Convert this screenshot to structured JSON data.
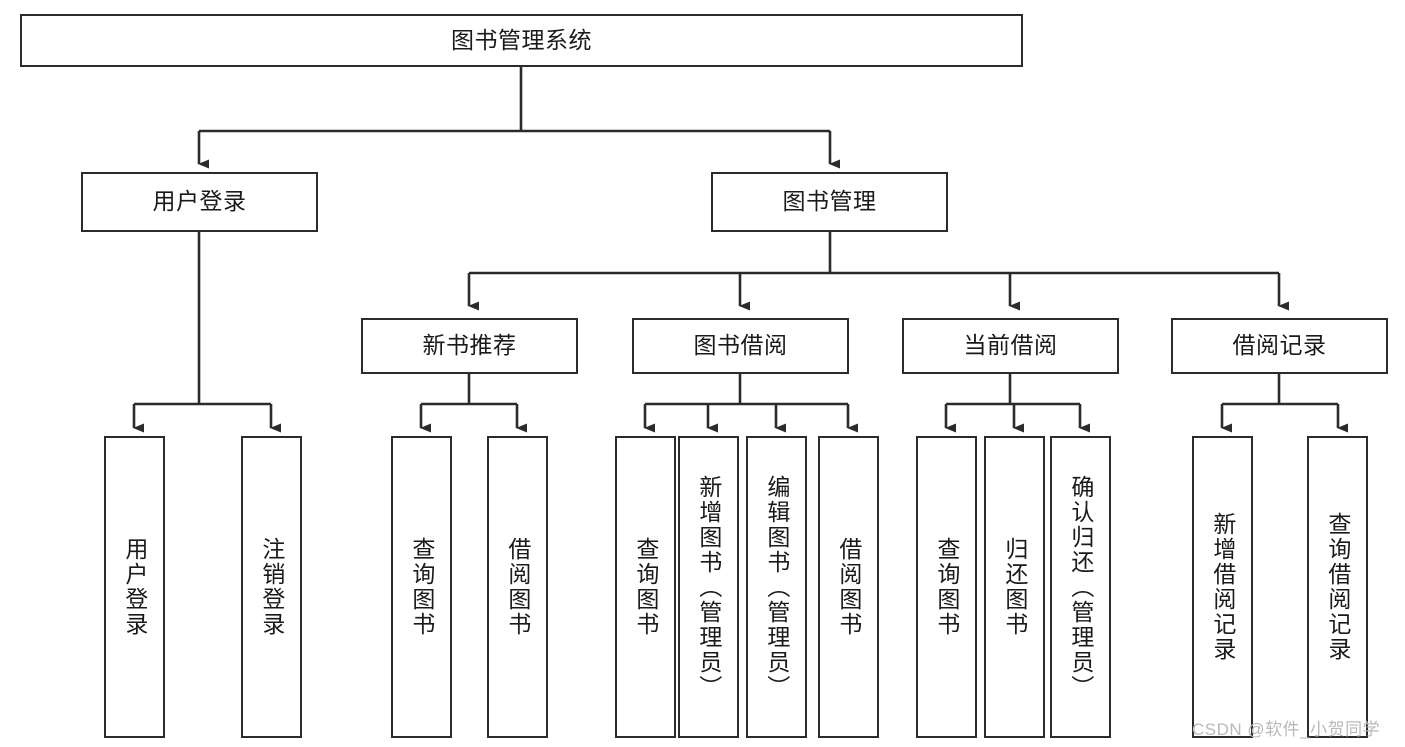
{
  "diagram": {
    "title": "图书管理系统",
    "type": "tree-hierarchy-chart",
    "colors": {
      "box_border": "#2b2b2b",
      "box_fill": "#ffffff",
      "connector": "#2b2b2b",
      "text": "#1a1a1a",
      "watermark": "#b9b9b9"
    },
    "root": {
      "label": "图书管理系统"
    },
    "level2": [
      {
        "label": "用户登录"
      },
      {
        "label": "图书管理"
      }
    ],
    "level3": [
      {
        "label": "新书推荐"
      },
      {
        "label": "图书借阅"
      },
      {
        "label": "当前借阅"
      },
      {
        "label": "借阅记录"
      }
    ],
    "leaves": {
      "user_login": [
        {
          "label": "用户登录"
        },
        {
          "label": "注销登录"
        }
      ],
      "new_book_recommend": [
        {
          "label": "查询图书"
        },
        {
          "label": "借阅图书"
        }
      ],
      "book_borrow": [
        {
          "label": "查询图书"
        },
        {
          "label": "新增图书（管理员）"
        },
        {
          "label": "编辑图书（管理员）"
        },
        {
          "label": "借阅图书"
        }
      ],
      "current_borrow": [
        {
          "label": "查询图书"
        },
        {
          "label": "归还图书"
        },
        {
          "label": "确认归还（管理员）"
        }
      ],
      "borrow_record": [
        {
          "label": "新增借阅记录"
        },
        {
          "label": "查询借阅记录"
        }
      ]
    },
    "watermark": "CSDN @软件_小贺同学"
  }
}
